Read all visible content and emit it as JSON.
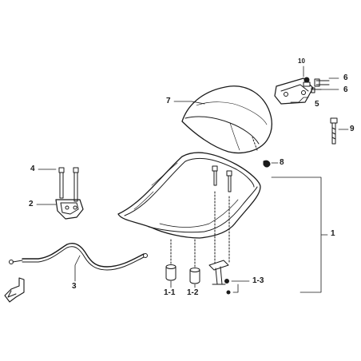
{
  "diagram": {
    "callouts": {
      "c1": "1",
      "c1_1": "1-1",
      "c1_2": "1-2",
      "c1_3": "1-3",
      "c2": "2",
      "c3": "3",
      "c4": "4",
      "c5": "5",
      "c6a": "6",
      "c6b": "6",
      "c7": "7",
      "c8": "8",
      "c9": "9",
      "c10": "10"
    }
  }
}
